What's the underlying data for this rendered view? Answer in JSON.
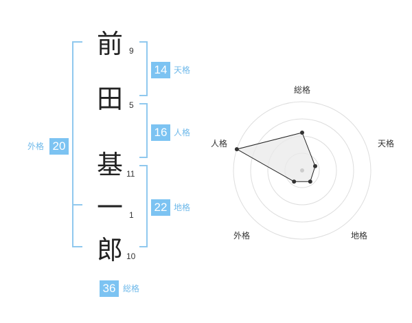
{
  "name": {
    "characters": [
      {
        "char": "前",
        "strokes": "9"
      },
      {
        "char": "田",
        "strokes": "5"
      },
      {
        "char": "基",
        "strokes": "11"
      },
      {
        "char": "一",
        "strokes": "1"
      },
      {
        "char": "郎",
        "strokes": "10"
      }
    ]
  },
  "fortunes": {
    "tenkaku": {
      "value": "14",
      "label": "天格"
    },
    "jinkaku": {
      "value": "16",
      "label": "人格"
    },
    "chikaku": {
      "value": "22",
      "label": "地格"
    },
    "gaikaku": {
      "value": "20",
      "label": "外格"
    },
    "soukaku": {
      "value": "36",
      "label": "総格"
    }
  },
  "radar": {
    "axes": [
      "総格",
      "天格",
      "地格",
      "外格",
      "人格"
    ],
    "levels": 4,
    "values": [
      0.55,
      0.2,
      0.2,
      0.2,
      1.0
    ]
  },
  "colors": {
    "accent": "#7cc3f2",
    "accent_text": "#6fb9ea",
    "bracket": "#8fc8ee",
    "radar_fill": "#e9e9e9",
    "radar_stroke": "#222222"
  }
}
